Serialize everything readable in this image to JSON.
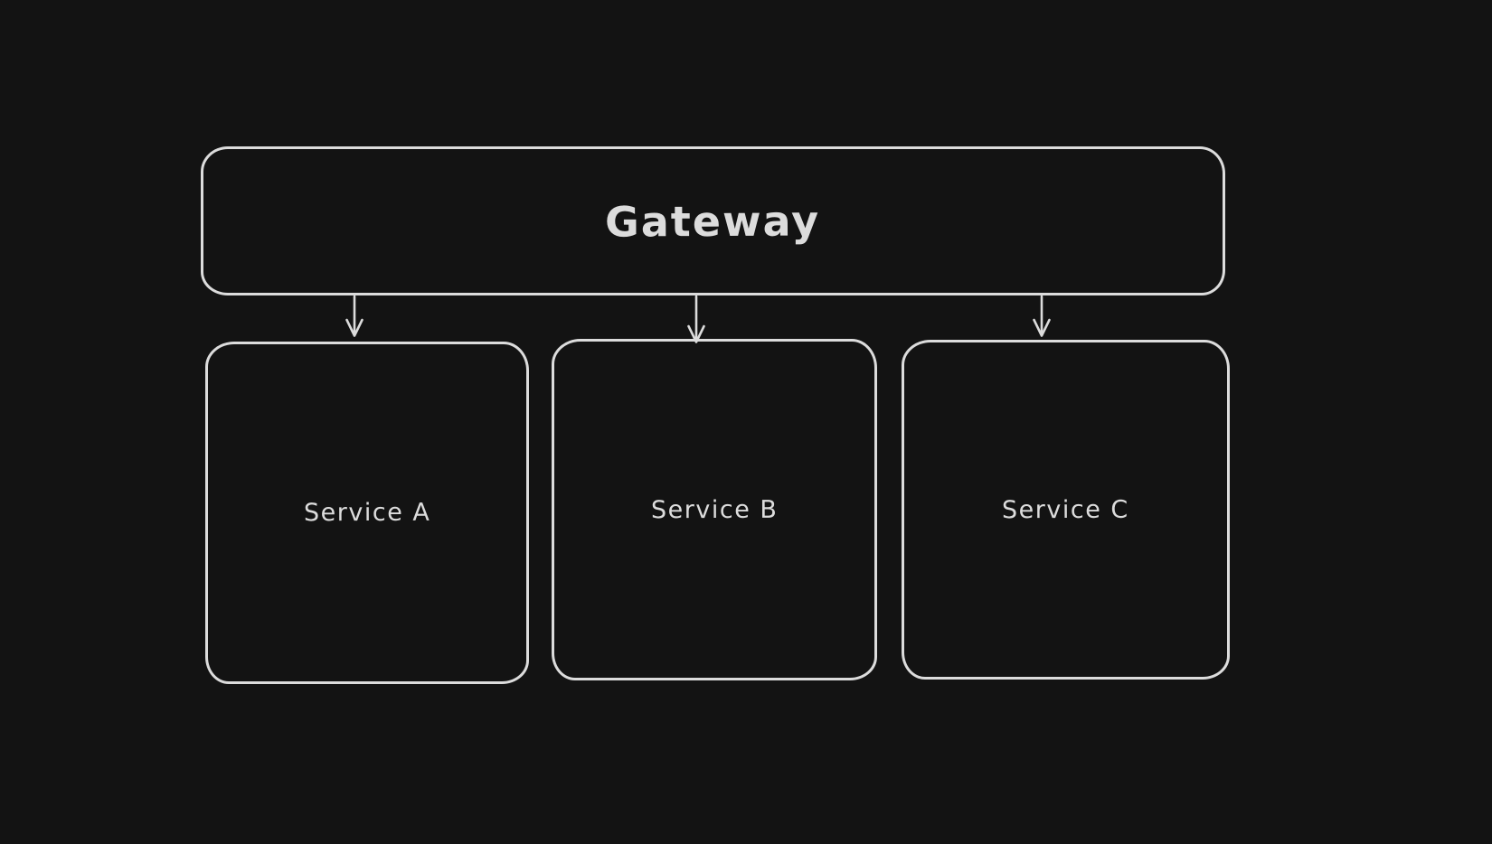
{
  "canvas": {
    "background_color": "#131313",
    "stroke_color": "#dcdcdc",
    "style": "hand-drawn-whiteboard-dark"
  },
  "diagram": {
    "nodes": [
      {
        "id": "gateway",
        "label": "Gateway",
        "shape": "rounded-rectangle"
      },
      {
        "id": "service-a",
        "label": "Service A",
        "shape": "rounded-rectangle"
      },
      {
        "id": "service-b",
        "label": "Service B",
        "shape": "rounded-rectangle"
      },
      {
        "id": "service-c",
        "label": "Service C",
        "shape": "rounded-rectangle"
      }
    ],
    "connections": [
      {
        "from": "Gateway",
        "to": "Service A",
        "type": "arrow-down"
      },
      {
        "from": "Gateway",
        "to": "Service B",
        "type": "arrow-down"
      },
      {
        "from": "Gateway",
        "to": "Service C",
        "type": "arrow-down"
      }
    ]
  }
}
